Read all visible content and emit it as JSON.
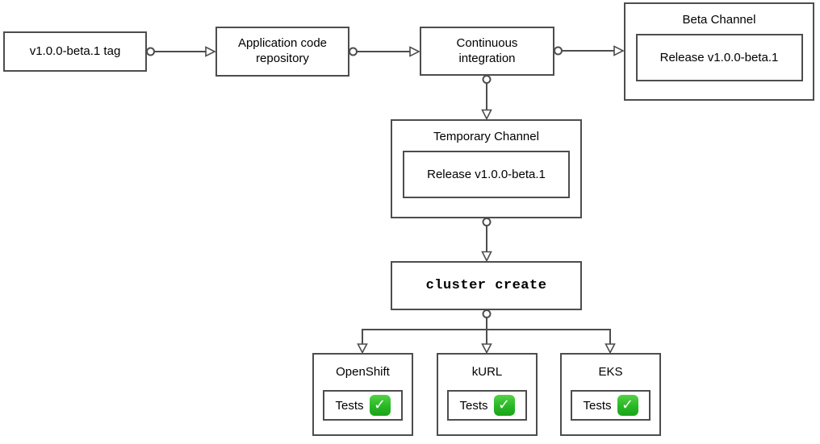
{
  "diagram": {
    "title": "Beta release pipeline flowchart",
    "nodes": {
      "tag": {
        "label": "v1.0.0-beta.1 tag"
      },
      "repository": {
        "label": "Application code\nrepository"
      },
      "ci": {
        "label": "Continuous\nintegration"
      },
      "beta_channel": {
        "title": "Beta Channel",
        "release_label": "Release v1.0.0-beta.1"
      },
      "temporary_channel": {
        "title": "Temporary Channel",
        "release_label": "Release v1.0.0-beta.1"
      },
      "cluster_create": {
        "label": "cluster create"
      },
      "clusters": [
        {
          "title": "OpenShift",
          "tests_label": "Tests",
          "status_icon": "check-mark-button-icon"
        },
        {
          "title": "kURL",
          "tests_label": "Tests",
          "status_icon": "check-mark-button-icon"
        },
        {
          "title": "EKS",
          "tests_label": "Tests",
          "status_icon": "check-mark-button-icon"
        }
      ]
    },
    "edges": [
      "tag -> repository",
      "repository -> ci",
      "ci -> beta_channel",
      "ci -> temporary_channel",
      "temporary_channel -> cluster_create",
      "cluster_create -> openshift",
      "cluster_create -> kurl",
      "cluster_create -> eks"
    ],
    "icons": {
      "check": {
        "name": "check-mark-button-icon",
        "glyph": "✓"
      }
    },
    "colors": {
      "stroke": "#4d4d4d",
      "text": "#000000",
      "background": "#ffffff",
      "check_green": "#1ba31b",
      "check_mark": "#ffffff"
    }
  }
}
